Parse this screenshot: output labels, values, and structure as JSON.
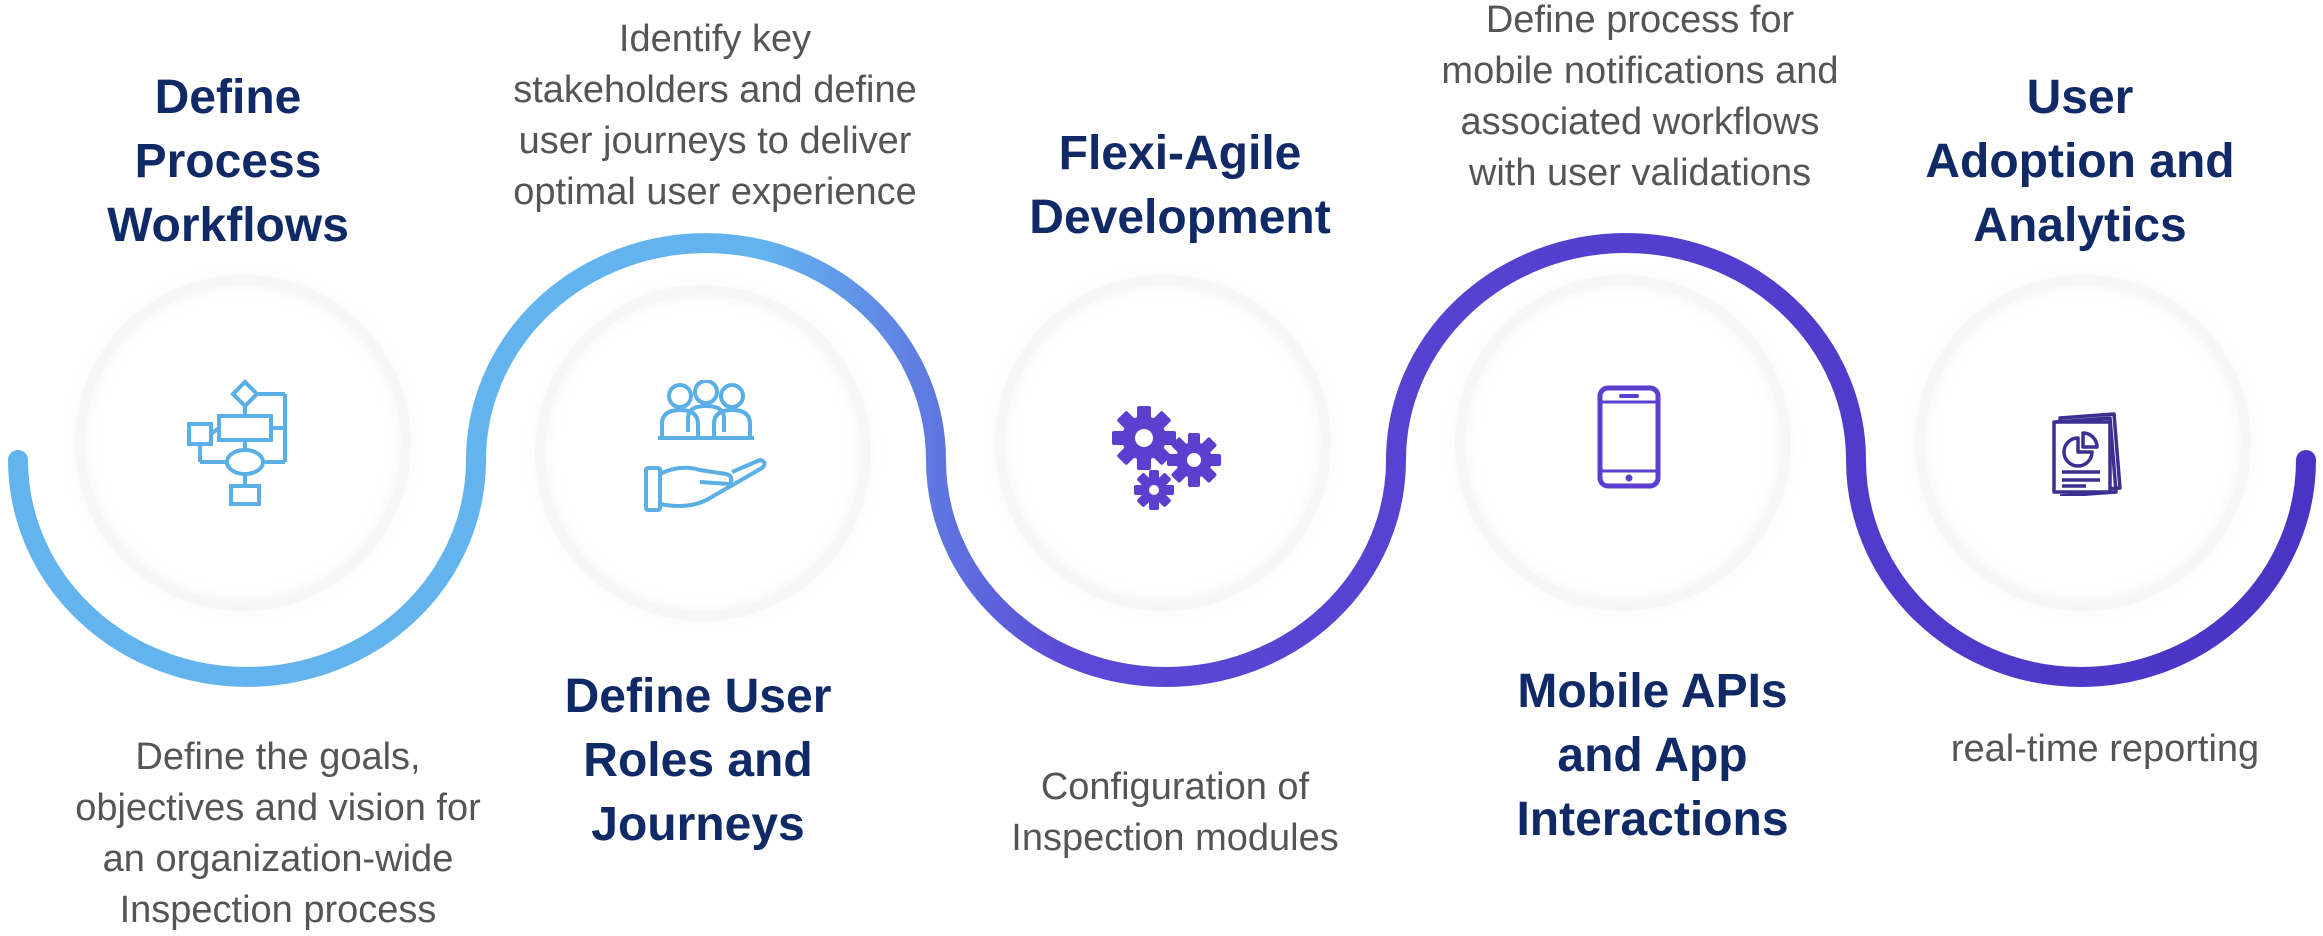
{
  "stages": [
    {
      "title_lines": [
        "Define",
        "Process",
        "Workflows"
      ],
      "desc_lines": [
        "Define the goals,",
        "objectives and vision for",
        "an organization-wide",
        "Inspection process"
      ],
      "icon": "flowchart-icon",
      "icon_color": "#5aafe6"
    },
    {
      "title_lines": [
        "Define User",
        "Roles and",
        "Journeys"
      ],
      "desc_lines": [
        "Identify key",
        "stakeholders and define",
        "user journeys to deliver",
        "optimal user experience"
      ],
      "icon": "team-in-hand-icon",
      "icon_color": "#5aafe6"
    },
    {
      "title_lines": [
        "Flexi-Agile",
        "Development"
      ],
      "desc_lines": [
        "Configuration of",
        "Inspection modules"
      ],
      "icon": "gears-icon",
      "icon_color": "#5b3fcf"
    },
    {
      "title_lines": [
        "Mobile APIs",
        "and App",
        "Interactions"
      ],
      "desc_lines": [
        "Define process for",
        "mobile notifications and",
        "associated workflows",
        "with user validations"
      ],
      "icon": "mobile-phone-icon",
      "icon_color": "#5b3fcf"
    },
    {
      "title_lines": [
        "User",
        "Adoption and",
        "Analytics"
      ],
      "desc_lines": [
        "real-time reporting"
      ],
      "icon": "report-chart-icon",
      "icon_color": "#3b2f8f"
    }
  ],
  "colors": {
    "wave_start": "#63b3ee",
    "wave_mid": "#5b48d6",
    "wave_end": "#4a34c6",
    "title": "#0f2a66",
    "desc": "#555555"
  }
}
